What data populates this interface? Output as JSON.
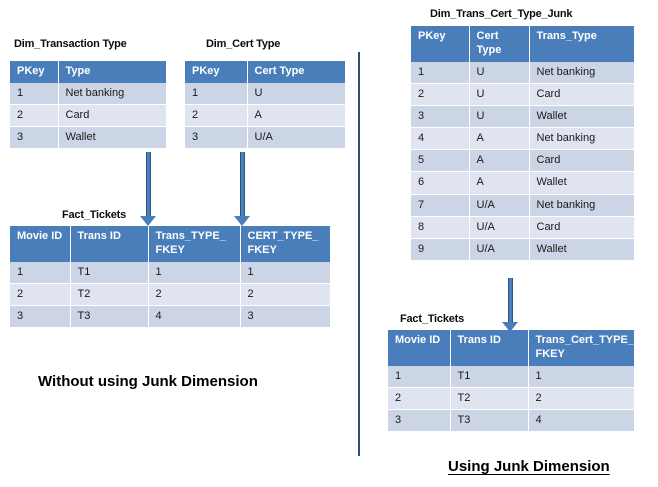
{
  "diagram": {
    "background": "#ffffff",
    "header_color": "#4a7ebb",
    "row_color_odd": "#ccd5e6",
    "row_color_even": "#dfe4f0",
    "divider_color": "#2e4f7c",
    "arrow_color": "#4a7ebb"
  },
  "left_section": {
    "label": "Without using Junk Dimension",
    "dim_transaction": {
      "caption": "Dim_Transaction Type",
      "columns": [
        "PKey",
        "Type"
      ],
      "rows": [
        [
          "1",
          "Net banking"
        ],
        [
          "2",
          "Card"
        ],
        [
          "3",
          "Wallet"
        ]
      ]
    },
    "dim_cert": {
      "caption": "Dim_Cert Type",
      "columns": [
        "PKey",
        "Cert Type"
      ],
      "rows": [
        [
          "1",
          "U"
        ],
        [
          "2",
          "A"
        ],
        [
          "3",
          "U/A"
        ]
      ]
    },
    "fact_tickets": {
      "caption": "Fact_Tickets",
      "columns": [
        "Movie ID",
        "Trans ID",
        "Trans_TYPE_ FKEY",
        "CERT_TYPE_ FKEY"
      ],
      "rows": [
        [
          "1",
          "T1",
          "1",
          "1"
        ],
        [
          "2",
          "T2",
          "2",
          "2"
        ],
        [
          "3",
          "T3",
          "4",
          "3"
        ]
      ]
    }
  },
  "right_section": {
    "label": "Using Junk Dimension",
    "dim_junk": {
      "caption": "Dim_Trans_Cert_Type_Junk",
      "columns": [
        "PKey",
        "Cert Type",
        "Trans_Type"
      ],
      "rows": [
        [
          "1",
          "U",
          "Net banking"
        ],
        [
          "2",
          "U",
          "Card"
        ],
        [
          "3",
          "U",
          "Wallet"
        ],
        [
          "4",
          "A",
          "Net banking"
        ],
        [
          "5",
          "A",
          "Card"
        ],
        [
          "6",
          "A",
          "Wallet"
        ],
        [
          "7",
          "U/A",
          "Net banking"
        ],
        [
          "8",
          "U/A",
          "Card"
        ],
        [
          "9",
          "U/A",
          "Wallet"
        ]
      ]
    },
    "fact_tickets": {
      "caption": "Fact_Tickets",
      "columns": [
        "Movie ID",
        "Trans ID",
        "Trans_Cert_TYPE_ FKEY"
      ],
      "rows": [
        [
          "1",
          "T1",
          "1"
        ],
        [
          "2",
          "T2",
          "2"
        ],
        [
          "3",
          "T3",
          "4"
        ]
      ]
    }
  },
  "arrows": [
    {
      "name": "arrow-transaction-to-fact"
    },
    {
      "name": "arrow-cert-to-fact"
    },
    {
      "name": "arrow-junk-to-fact"
    }
  ]
}
